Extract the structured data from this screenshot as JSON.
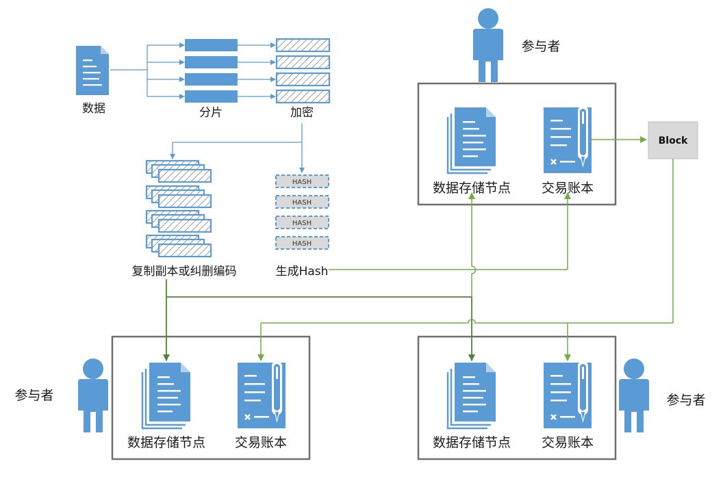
{
  "labels": {
    "data": "数据",
    "shard": "分片",
    "encrypt": "加密",
    "replicate": "复制副本或纠删编码",
    "gen_hash": "生成Hash",
    "hash_tag": "HASH",
    "block": "Block"
  },
  "participants": [
    {
      "name": "参与者",
      "storage": "数据存储节点",
      "ledger": "交易账本"
    },
    {
      "name": "参与者",
      "storage": "数据存储节点",
      "ledger": "交易账本"
    },
    {
      "name": "参与者",
      "storage": "数据存储节点",
      "ledger": "交易账本"
    }
  ],
  "colors": {
    "blue": "#5b9bd5",
    "blue_line": "#5b9bd5",
    "green": "#70ad47",
    "dark_green": "#548235",
    "node_border": "#6f6f6f",
    "block_fill": "#d9d9d9"
  }
}
